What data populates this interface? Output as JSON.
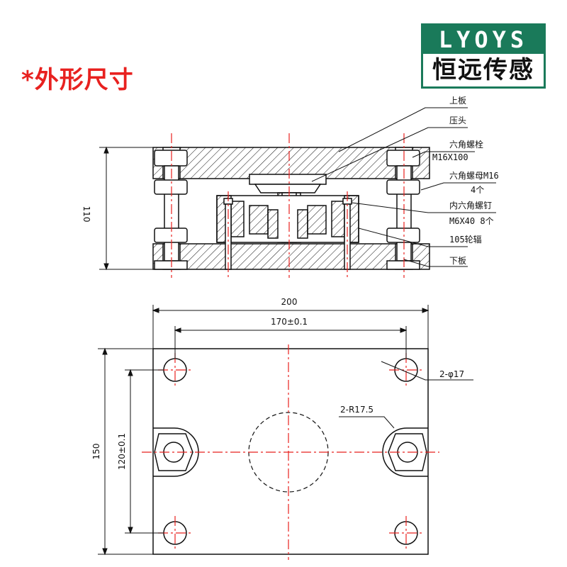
{
  "title": "*外形尺寸",
  "logo": {
    "top": "LYOYS",
    "bottom": "恒远传感",
    "color": "#1a7a5a"
  },
  "colors": {
    "title": "#e8211f",
    "centerline": "#e8211f",
    "outline": "#111111"
  },
  "callouts": {
    "upper_plate": "上板",
    "press_head": "压头",
    "hex_bolt": "六角螺栓",
    "hex_bolt_spec": "M16X100",
    "hex_nut": "六角螺母M16",
    "hex_nut_qty": "4个",
    "socket_screw": "内六角螺钉",
    "socket_screw_spec": "M6X40  8个",
    "spoke_cell": "105轮辐",
    "lower_plate": "下板"
  },
  "dimensions": {
    "height": "110",
    "width": "200",
    "hole_spacing_x": "170±0.1",
    "depth": "150",
    "hole_spacing_y": "120±0.1",
    "hole_dia": "2-φ17",
    "slot_radius": "2-R17.5"
  }
}
